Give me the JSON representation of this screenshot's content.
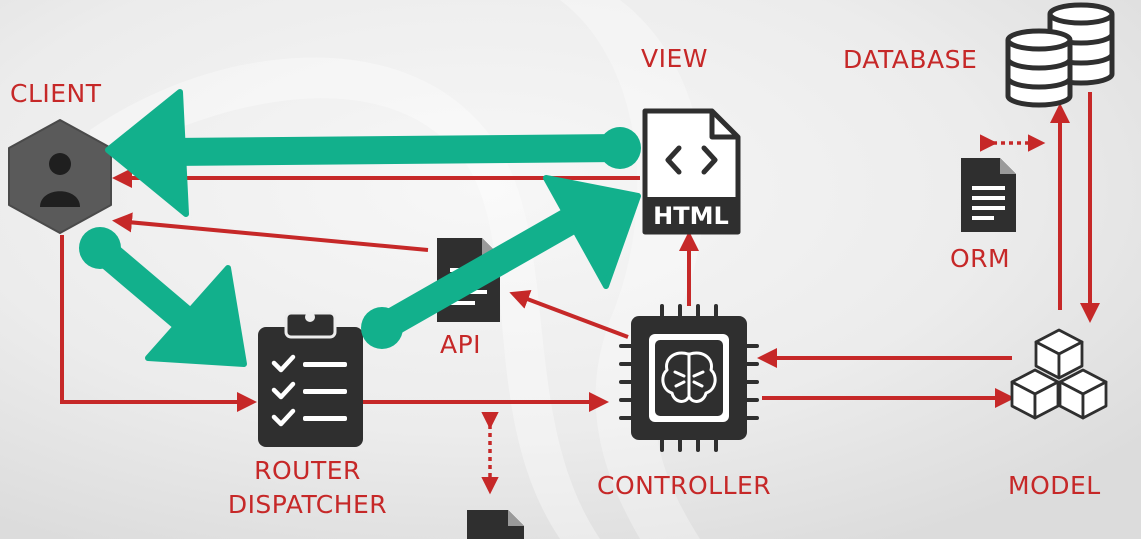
{
  "colors": {
    "background": "#ededed",
    "red": "#c62828",
    "green": "#12b08c",
    "icon": "#2f2f2f",
    "icon_grey": "#5a5a5a"
  },
  "nodes": {
    "client": {
      "label": "CLIENT",
      "icon": "user-hexagon-icon"
    },
    "view": {
      "label": "VIEW",
      "icon": "html-file-icon",
      "file_text": "HTML",
      "code_text": "< >"
    },
    "database": {
      "label": "DATABASE",
      "icon": "database-stack-icon"
    },
    "orm": {
      "label": "ORM",
      "icon": "document-icon"
    },
    "api": {
      "label": "API",
      "icon": "document-icon"
    },
    "router": {
      "label_line1": "ROUTER",
      "label_line2": "DISPATCHER",
      "icon": "clipboard-checklist-icon"
    },
    "controller": {
      "label": "CONTROLLER",
      "icon": "brain-chip-icon"
    },
    "model": {
      "label": "MODEL",
      "icon": "cubes-icon"
    }
  }
}
